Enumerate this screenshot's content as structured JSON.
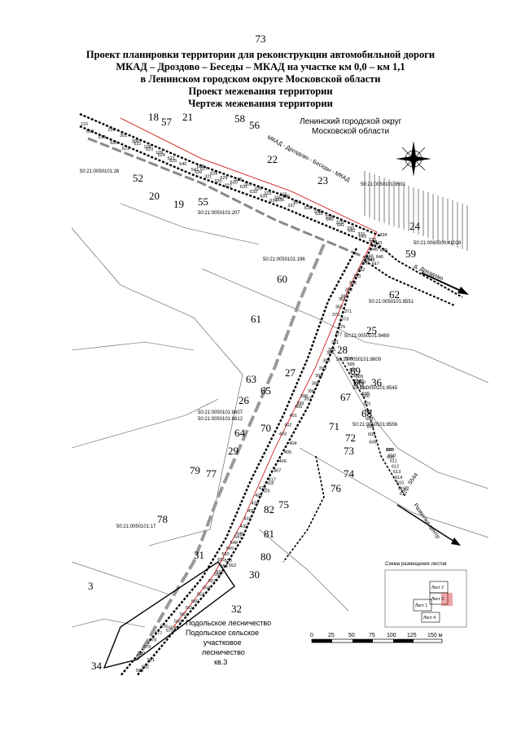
{
  "page_number": "73",
  "title_lines": [
    "Проект планировки территории для реконструкции автомобильной дороги",
    "МКАД – Дроздово – Беседы – МКАД на участке км 0,0 – км 1,1",
    "в Ленинском городском округе Московской области",
    "Проект межевания территории",
    "Чертеж межевания территории"
  ],
  "map": {
    "district_label_1": "Ленинский городской округ",
    "district_label_2": "Московской области",
    "road_label": "МКАД - Дроздово - Беседы - МКАД",
    "direction_label_1": "д. Дроздово",
    "direction_label_2": "пр. 5544",
    "direction_label_3": "Развилка центр",
    "forestry_1": "Подольское лесничество",
    "forestry_2": "Подольское сельское",
    "forestry_3": "участковое",
    "forestry_4": "лесничество",
    "forestry_5": "кв.3",
    "cadastral": [
      "50:21:0050101:8591",
      "50:21:0050101:8607",
      "50:21:0050101:196",
      "50:21:0050101:17",
      "50:21:0050101:8551",
      "50:21:0050101:8469",
      "50:21:0050101:8609",
      "50:21:0050101:8545",
      "50:21:0050101:8556",
      "50:21:0050101:8612",
      "50:21:0060000:41028",
      "50:21:0050101:207",
      "50:21:0050101:26"
    ],
    "big_labels": [
      "18",
      "57",
      "21",
      "58",
      "56",
      "22",
      "23",
      "24",
      "52",
      "20",
      "19",
      "55",
      "59",
      "60",
      "61",
      "62",
      "25",
      "28",
      "63",
      "27",
      "69",
      "66",
      "36",
      "65",
      "67",
      "26",
      "68",
      "71",
      "64",
      "70",
      "72",
      "29",
      "73",
      "74",
      "79",
      "77",
      "76",
      "78",
      "75",
      "82",
      "81",
      "80",
      "31",
      "30",
      "3",
      "32",
      "34"
    ],
    "small_labels": [
      "110",
      "296",
      "301",
      "300",
      "108",
      "109",
      "527",
      "540",
      "541",
      "539",
      "321",
      "320",
      "322",
      "318",
      "319",
      "326",
      "325",
      "335",
      "336",
      "337",
      "338",
      "328",
      "329",
      "330",
      "331",
      "333",
      "334",
      "343",
      "345",
      "348",
      "350",
      "352",
      "353",
      "355",
      "359",
      "360",
      "361",
      "362",
      "370",
      "371",
      "373",
      "375",
      "377",
      "381",
      "385",
      "386",
      "389",
      "393",
      "394",
      "395",
      "396",
      "397",
      "398",
      "399",
      "400",
      "401",
      "402",
      "403",
      "404",
      "405",
      "406",
      "407",
      "417",
      "418",
      "425",
      "426",
      "428",
      "429",
      "430",
      "431",
      "432",
      "546",
      "547",
      "548",
      "549",
      "550",
      "551",
      "552",
      "553",
      "554",
      "555",
      "556",
      "557",
      "558",
      "559",
      "560",
      "561",
      "562",
      "563",
      "564",
      "575",
      "576",
      "577",
      "578",
      "579",
      "580",
      "581",
      "582",
      "583",
      "584",
      "585",
      "586",
      "587",
      "588",
      "589",
      "590",
      "591",
      "599",
      "600",
      "601",
      "602",
      "603",
      "604",
      "605",
      "606",
      "607",
      "608",
      "609",
      "610",
      "611",
      "612",
      "613",
      "614",
      "615",
      "616",
      "617",
      "618",
      "619",
      "620",
      "621",
      "622",
      "623",
      "624",
      "625",
      "626",
      "627",
      "628",
      "629",
      "630",
      "631",
      "632",
      "633",
      "634",
      "635",
      "636",
      "637",
      "638",
      "639",
      "640",
      "641",
      "642",
      "643",
      "644",
      "645",
      "646",
      "647",
      "648"
    ],
    "scale_ticks": [
      "0",
      "25",
      "50",
      "75",
      "100",
      "125",
      "150 м"
    ],
    "inset_title": "Схема размещения листов",
    "inset_sheets": [
      "Лист 2",
      "Лист 3",
      "Лист 1",
      "Лист 4"
    ]
  },
  "colors": {
    "ink": "#000000",
    "red_line": "#cc0000",
    "gray": "#999999"
  }
}
